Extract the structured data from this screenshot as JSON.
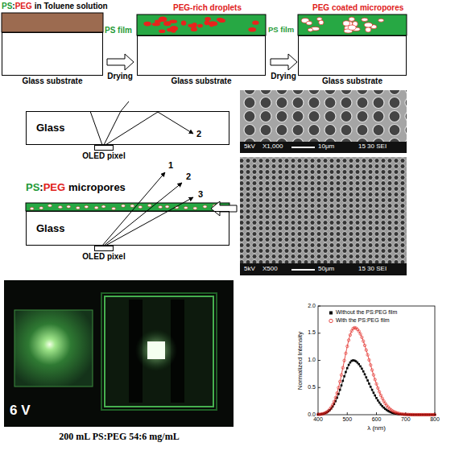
{
  "diagram": {
    "nodes": [
      {
        "text": [
          "Glass substrate"
        ]
      },
      {
        "text": [
          "Glass substrate"
        ]
      },
      {
        "text": [
          "Glass substrate"
        ]
      },
      {
        "text": [
          "Glass"
        ]
      },
      {
        "text": [
          "OLED pixel"
        ]
      },
      {
        "text": [
          "Glass"
        ]
      },
      {
        "text": [
          "OLED pixel"
        ]
      }
    ],
    "labels": [
      "PS",
      ":",
      "PEG",
      "in Toluene solution",
      "PEG-rich droplets",
      "PEG coated micropores",
      "PS film",
      "PS film",
      "Drying",
      "Drying",
      "5kV",
      "X1,000",
      "10μm",
      "15 30 SEI",
      "2",
      "PS",
      ":",
      "PEG",
      "micropores",
      "1",
      "2",
      "3",
      "5kV",
      "X500",
      "50μm",
      "15 30 SEI",
      "6 V",
      "200 mL PS:PEG 54:6 mg/mL",
      "Normalized Intensity",
      "λ (nm)",
      "400",
      "500",
      "600",
      "700",
      "800",
      "0.0",
      "0.5",
      "1.0",
      "1.5",
      "2.0"
    ],
    "legend": [
      {
        "text": "Without the PS:PEG film"
      },
      {
        "text": "With the PS:PEG film"
      }
    ]
  }
}
